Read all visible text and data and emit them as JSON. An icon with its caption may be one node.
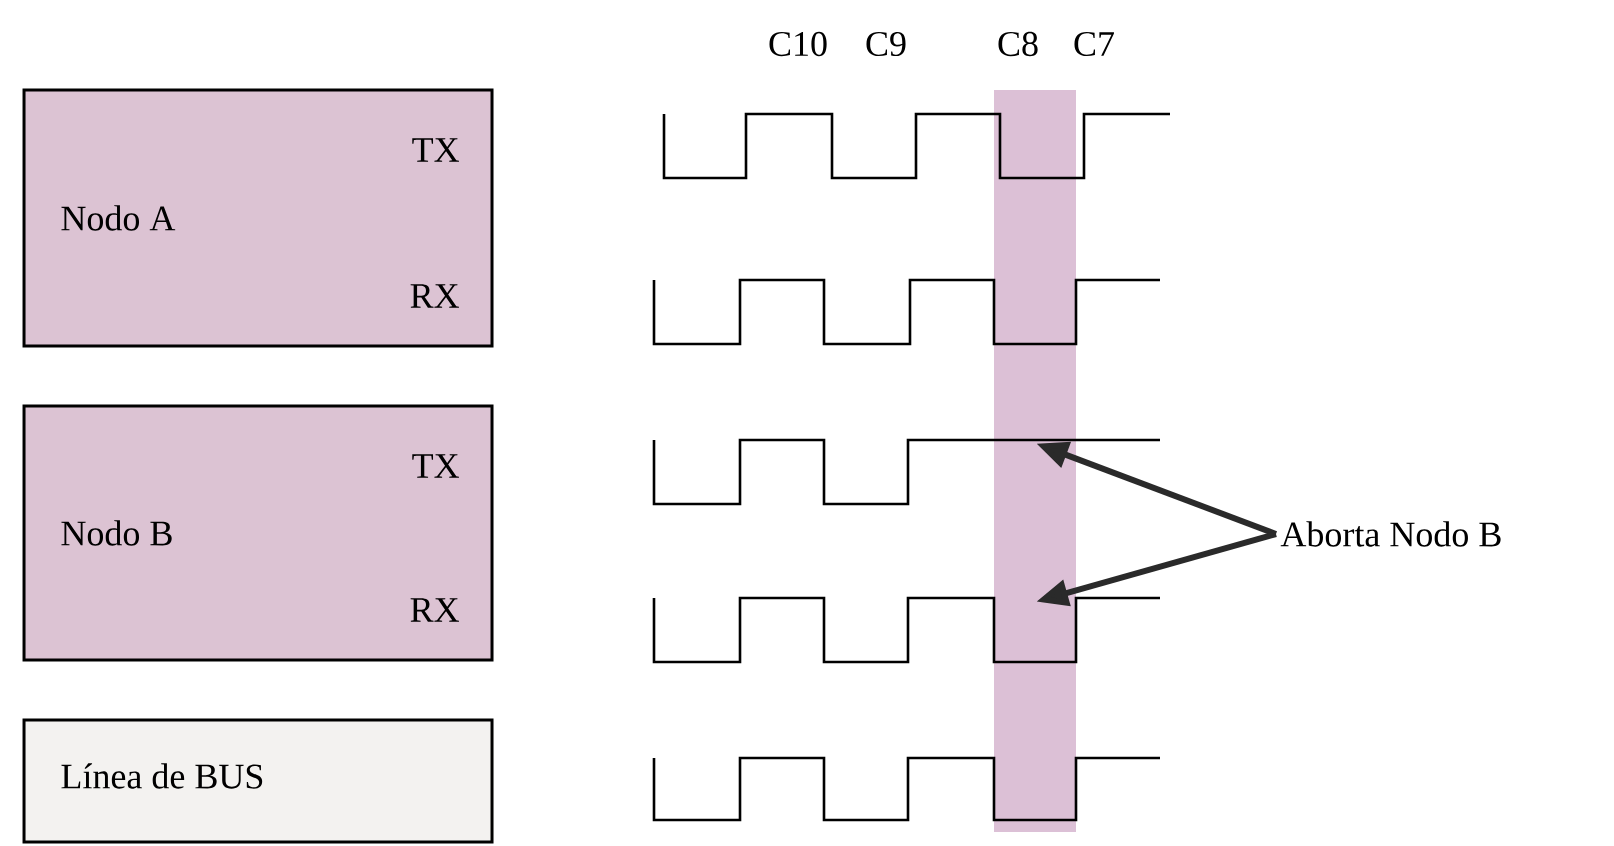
{
  "diagram": {
    "nodes": [
      {
        "text": [
          "Nodo A",
          "TX",
          "RX"
        ]
      },
      {
        "text": [
          "Nodo B",
          "TX",
          "RX"
        ]
      },
      {
        "text": [
          "Línea de BUS"
        ]
      },
      {
        "text": [
          "Aborta Nodo B"
        ]
      },
      {
        "text": [],
        "shape": "line"
      },
      {
        "text": [],
        "shape": "line"
      },
      {
        "text": [],
        "shape": "line"
      },
      {
        "text": [],
        "shape": "line"
      },
      {
        "text": [],
        "shape": "line"
      }
    ],
    "edges": [
      {
        "from": 3,
        "to": 6,
        "arrow": "to"
      },
      {
        "from": 3,
        "to": 7,
        "arrow": "to"
      }
    ],
    "labels": [
      "C10",
      "C9",
      "C8",
      "C7"
    ]
  }
}
